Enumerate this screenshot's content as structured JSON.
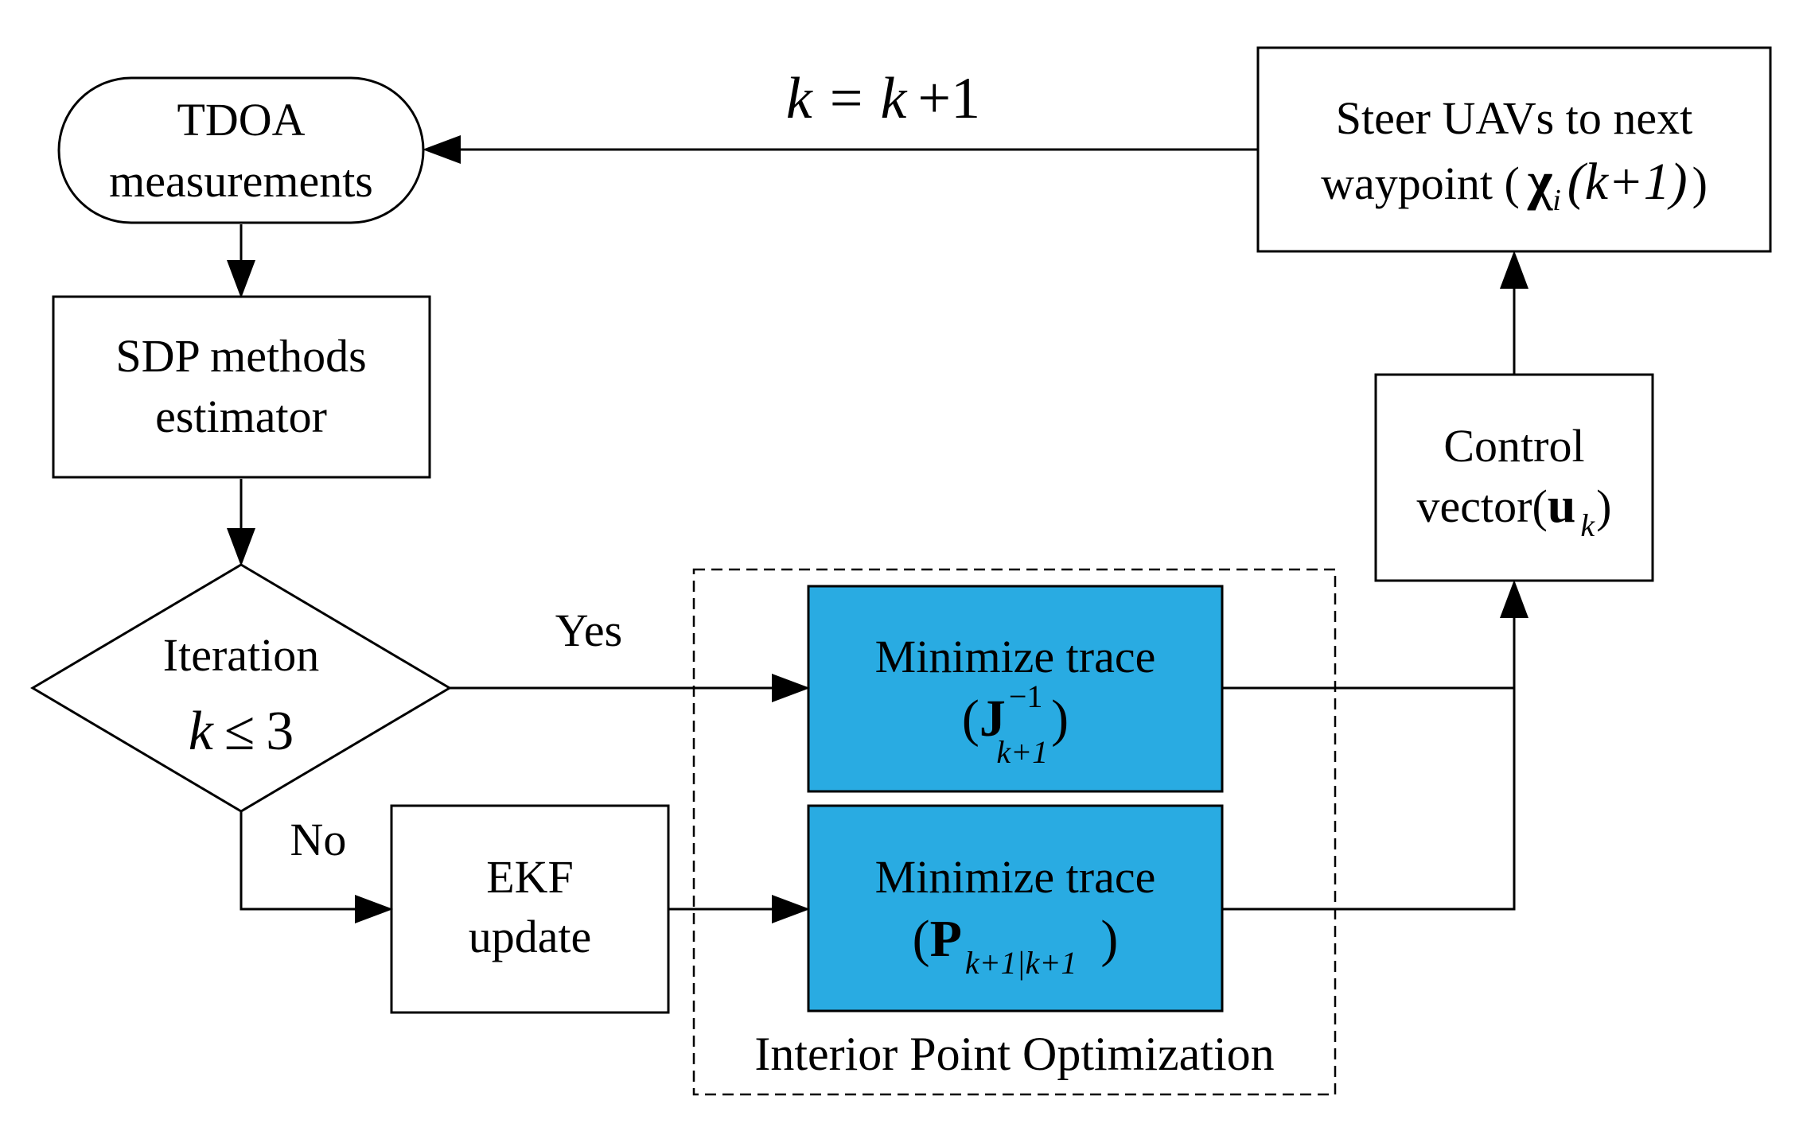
{
  "nodes": {
    "tdoa": {
      "line1": "TDOA",
      "line2": "measurements"
    },
    "sdp": {
      "line1": "SDP methods",
      "line2": "estimator"
    },
    "iteration": {
      "line1": "Iteration",
      "cond_var": "k",
      "cond_op": "≤",
      "cond_val": "3"
    },
    "ekf": {
      "line1": "EKF",
      "line2": "update"
    },
    "min_j": {
      "line1": "Minimize trace",
      "open": "(",
      "sym": "J",
      "sup": "−1",
      "sub": "k+1",
      "close": ")"
    },
    "min_p": {
      "line1": "Minimize trace",
      "open": "(",
      "sym": "P",
      "sub": "k+1|k+1",
      "close": ")"
    },
    "control": {
      "line1": "Control",
      "line2_prefix": "vector(",
      "sym": "u",
      "sub": "k",
      "close": ")"
    },
    "steer": {
      "line1": "Steer UAVs to next",
      "line2_prefix": "waypoint (",
      "sym": "χ",
      "sub": "i",
      "arg": "(k+1)",
      "close": ")"
    },
    "group": {
      "label": "Interior Point Optimization"
    }
  },
  "edges": {
    "yes": "Yes",
    "no": "No",
    "loop": {
      "lhs": "k",
      "op": "=",
      "rhs_var": "k",
      "rhs_rest": "+1"
    }
  },
  "colors": {
    "highlight_fill": "#29abe2",
    "stroke": "#000000"
  }
}
